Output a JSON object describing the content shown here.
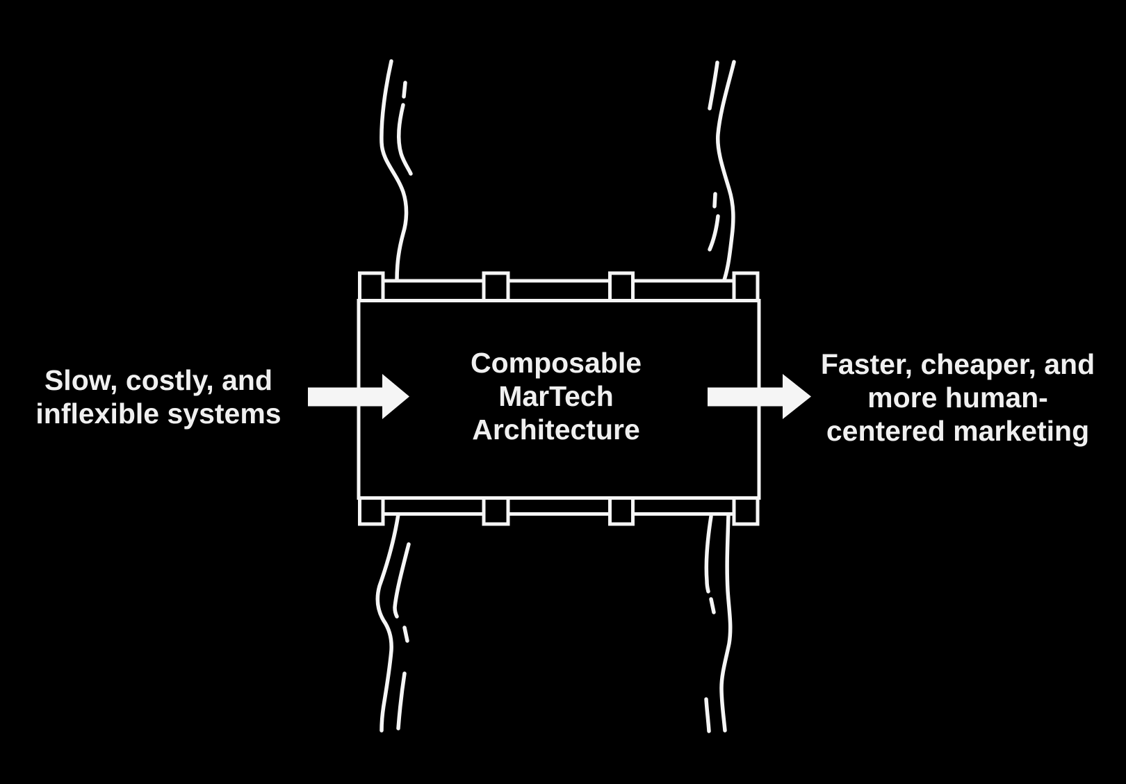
{
  "colors": {
    "background": "#000000",
    "line": "#f5f5f5",
    "text": "#f0f0f0"
  },
  "left_label": {
    "lines": [
      "Slow, costly, and",
      "inflexible systems"
    ]
  },
  "bridge": {
    "label_lines": [
      "Composable",
      "MarTech",
      "Architecture"
    ]
  },
  "right_label": {
    "lines": [
      "Faster, cheaper, and",
      "more human-",
      "centered marketing"
    ]
  },
  "icons": {
    "left_arrow": "arrow-right-icon",
    "right_arrow": "arrow-right-icon",
    "bridge": "bridge-over-river-icon"
  }
}
